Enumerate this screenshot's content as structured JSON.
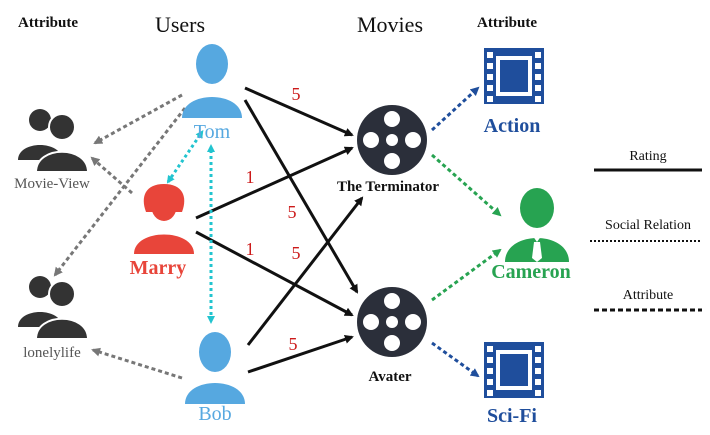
{
  "headers": {
    "attribute_left": "Attribute",
    "users": "Users",
    "movies": "Movies",
    "attribute_right": "Attribute"
  },
  "users": {
    "tom": "Tom",
    "marry": "Marry",
    "bob": "Bob"
  },
  "movies": {
    "terminator": "The Terminator",
    "avater": "Avater"
  },
  "user_attributes": {
    "movie_view": "Movie-View",
    "lonelylife": "lonelylife"
  },
  "movie_attributes": {
    "action": "Action",
    "cameron": "Cameron",
    "scifi": "Sci-Fi"
  },
  "ratings": {
    "tom_terminator": "5",
    "marry_terminator": "1",
    "tom_avater": "5",
    "marry_avater": "1",
    "bob_terminator": "5",
    "bob_avater": "5"
  },
  "legend": {
    "rating": "Rating",
    "social": "Social Relation",
    "attribute": "Attribute"
  },
  "colors": {
    "user_blue": "#56a8e0",
    "marry_red": "#e8453a",
    "attr_gray": "#333333",
    "movie_dark": "#2b2f3a",
    "genre_blue": "#1f4e9c",
    "cameron_green": "#27a351",
    "social_cyan": "#22c4cf",
    "rating_red": "#cc1a1a"
  }
}
